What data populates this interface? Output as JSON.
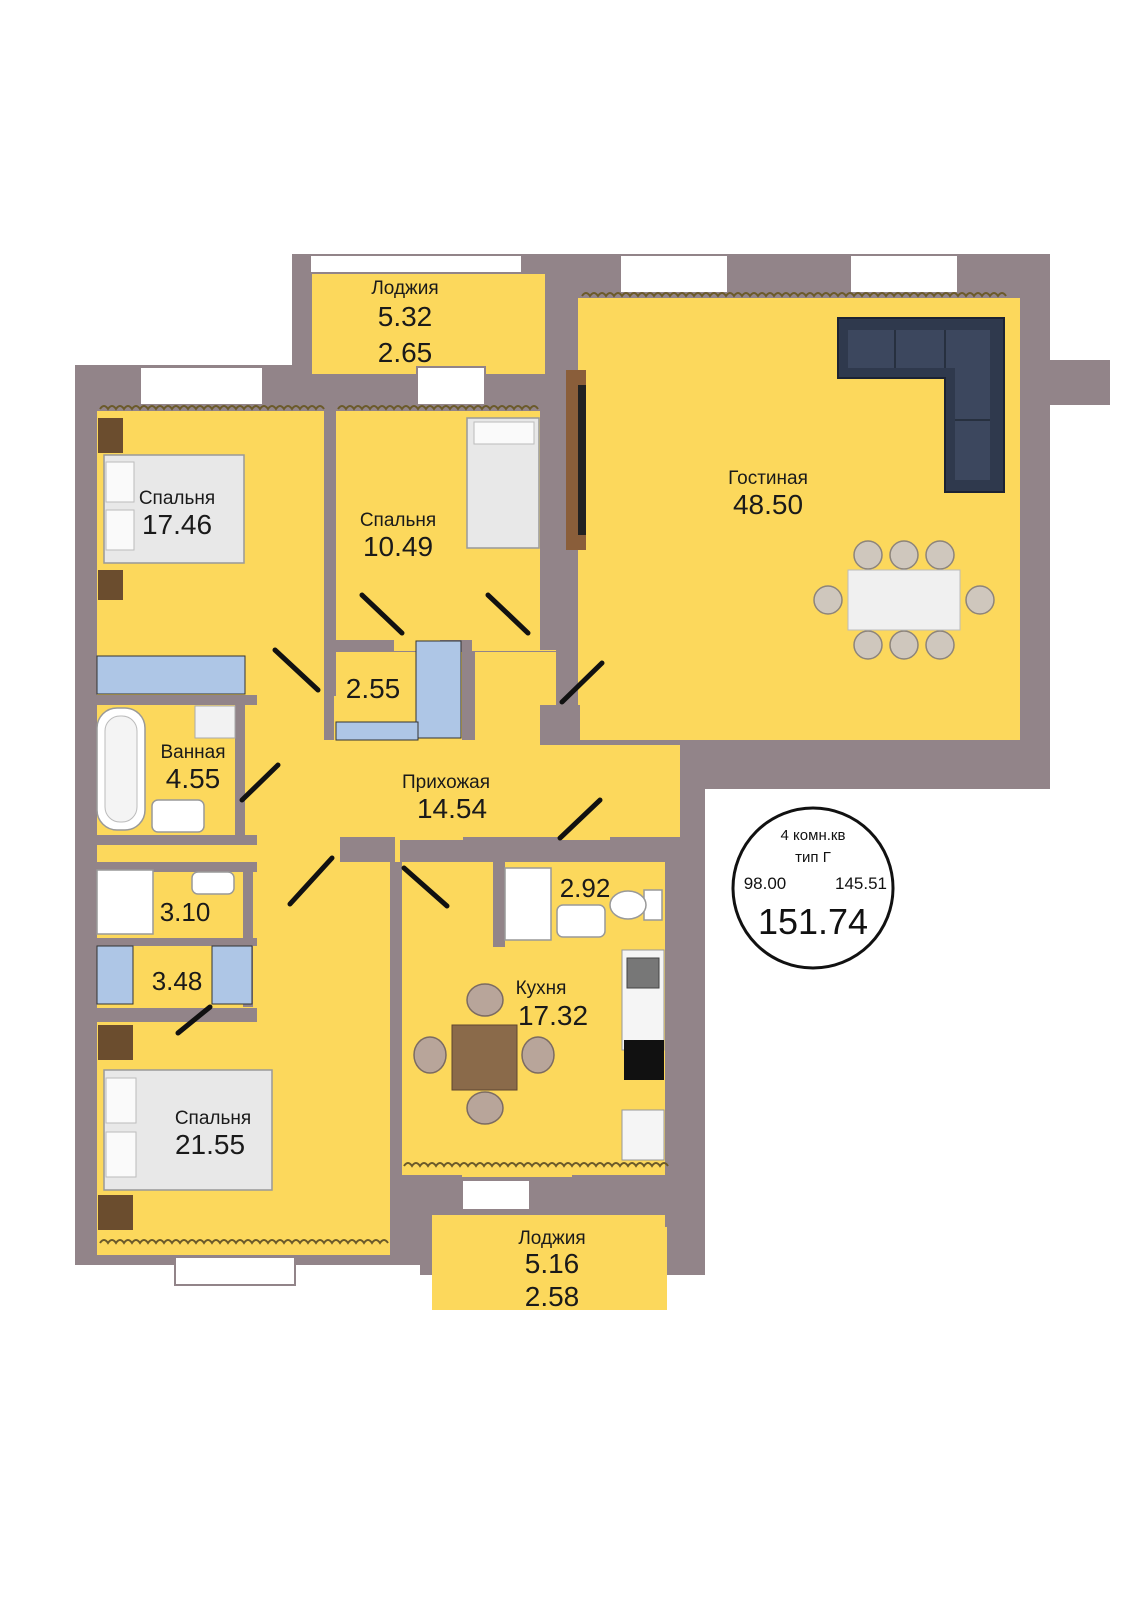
{
  "colors": {
    "floor": "#fcd85c",
    "wall": "#928489",
    "window": "#ffffff",
    "sofa": "#2f394d",
    "wood": "#7a5a3c",
    "blue_fixture": "#aec6e6",
    "dark_swing": "#111111"
  },
  "rooms": [
    {
      "id": "loggia-top",
      "name": "Лоджия",
      "area": "5.32",
      "area2": "2.65"
    },
    {
      "id": "bedroom-1",
      "name": "Спальня",
      "area": "17.46"
    },
    {
      "id": "bedroom-2",
      "name": "Спальня",
      "area": "10.49"
    },
    {
      "id": "living",
      "name": "Гостиная",
      "area": "48.50"
    },
    {
      "id": "closet",
      "name": "",
      "area": "2.55"
    },
    {
      "id": "bathroom",
      "name": "Ванная",
      "area": "4.55"
    },
    {
      "id": "hallway",
      "name": "Прихожая",
      "area": "14.54"
    },
    {
      "id": "shower",
      "name": "",
      "area": "3.10"
    },
    {
      "id": "wardrobe",
      "name": "",
      "area": "3.48"
    },
    {
      "id": "wc",
      "name": "",
      "area": "2.92"
    },
    {
      "id": "kitchen",
      "name": "Кухня",
      "area": "17.32"
    },
    {
      "id": "bedroom-3",
      "name": "Спальня",
      "area": "21.55"
    },
    {
      "id": "loggia-bottom",
      "name": "Лоджия",
      "area": "5.16",
      "area2": "2.58"
    }
  ],
  "badge": {
    "line1": "4 комн.кв",
    "line2": "тип Г",
    "living_area": "98.00",
    "total_area": "145.51",
    "grand_total": "151.74"
  },
  "icons": [
    "sofa-icon",
    "bed-icon",
    "dining-table-icon",
    "bathtub-icon",
    "sink-icon",
    "toilet-icon",
    "shower-icon",
    "stove-icon",
    "wardrobe-icon",
    "tv-stand-icon"
  ]
}
